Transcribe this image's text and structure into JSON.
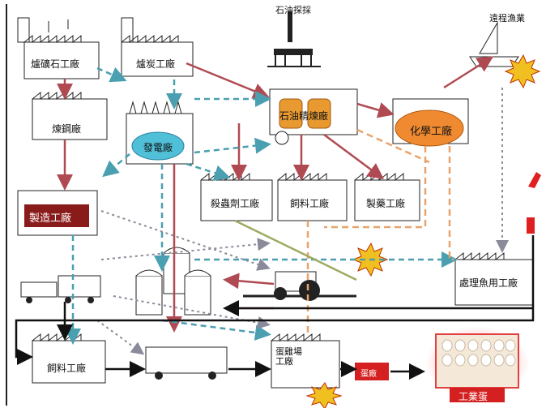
{
  "factories": {
    "ore_plant": "爐礦石工廠",
    "coal_plant": "爐炭工廠",
    "steel_plant": "煉鋼廠",
    "power_plant": "發電廠",
    "manufacturing": "製造工廠",
    "oil_refinery": "石油精煉廠",
    "chemical_plant": "化學工廠",
    "pesticide_plant": "殺蟲劑工廠",
    "fertilizer_plant": "飼料工廠",
    "pharma_plant": "製藥工廠",
    "fishmeal_plant": "處理魚用工廠",
    "feed_plant": "飼料工廠",
    "poultry_farm": "蛋雞場 工廠"
  },
  "labels": {
    "oil_exploration": "石油探採",
    "ocean_fishing": "遠程漁業",
    "factory_eggs": "工業蛋",
    "red_box": "蛋廠"
  },
  "colors": {
    "red_flow": "#b04a52",
    "cyan_flow": "#4a9fb0",
    "grey_flow": "#8a8a9a",
    "orange_flow": "#e8a36a",
    "olive_flow": "#9bab62",
    "black_flow": "#111111",
    "chem_orange": "#f08a30",
    "dark_red_fill": "#8a1b1b"
  }
}
